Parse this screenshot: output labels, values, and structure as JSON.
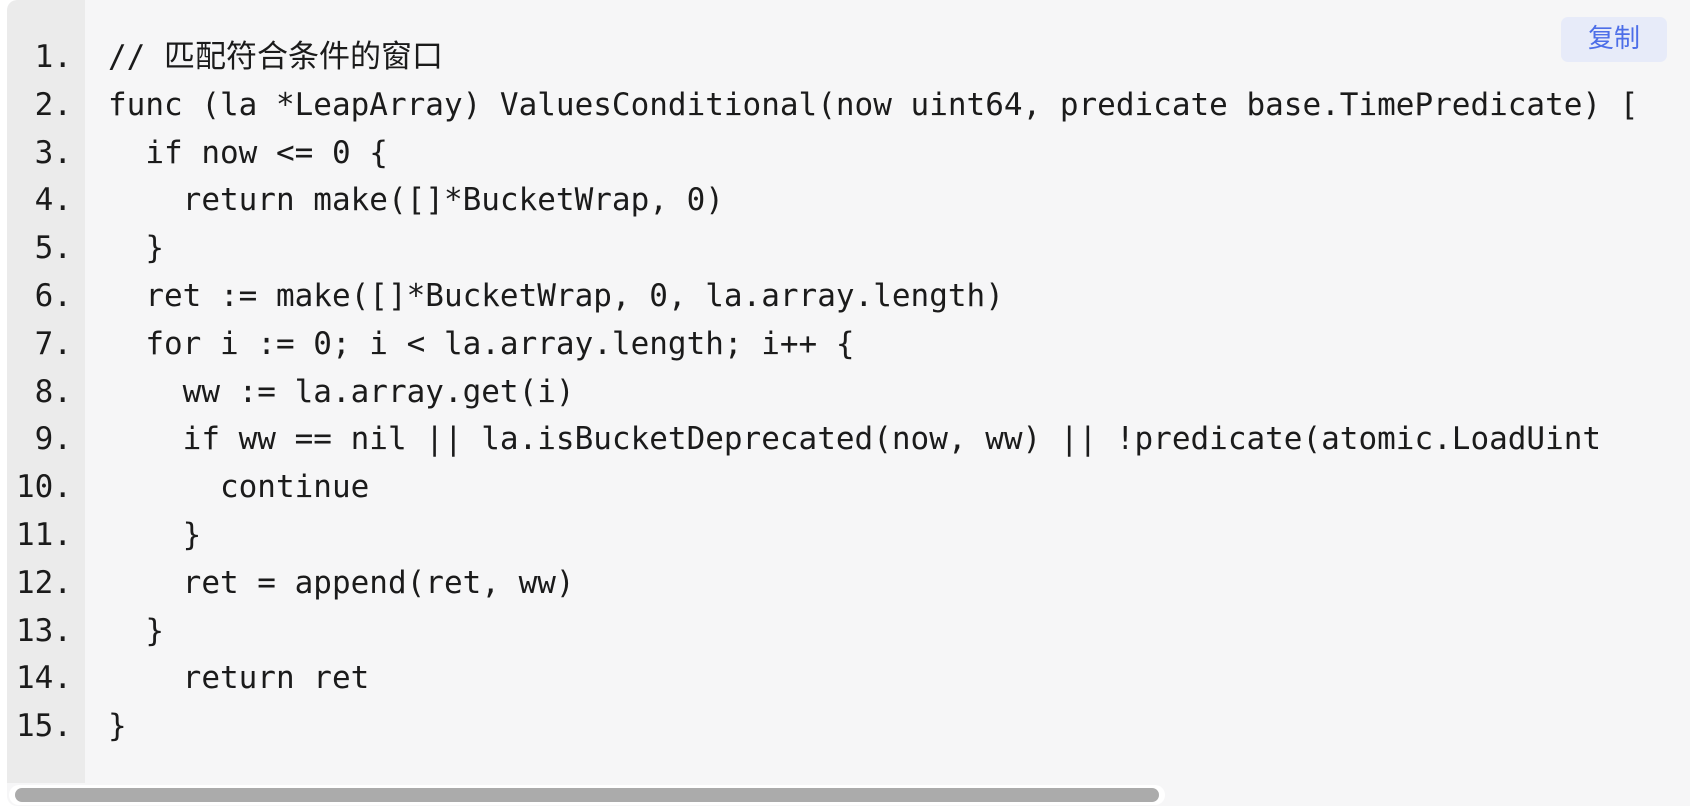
{
  "copy_button": {
    "label": "复制"
  },
  "colors": {
    "page_bg": "#ffffff",
    "code_bg": "#f6f6f7",
    "gutter_bg": "#ebebeb",
    "text": "#1b1b1b",
    "copy_button_bg": "#e7ebf9",
    "copy_button_text": "#4d6ee8",
    "scrollbar_thumb": "#ababab"
  },
  "code": {
    "language": "go",
    "lines": [
      {
        "num": "1.",
        "text": "// 匹配符合条件的窗口"
      },
      {
        "num": "2.",
        "text": "func (la *LeapArray) ValuesConditional(now uint64, predicate base.TimePredicate) ["
      },
      {
        "num": "3.",
        "text": "  if now <= 0 {"
      },
      {
        "num": "4.",
        "text": "    return make([]*BucketWrap, 0)"
      },
      {
        "num": "5.",
        "text": "  }"
      },
      {
        "num": "6.",
        "text": "  ret := make([]*BucketWrap, 0, la.array.length)"
      },
      {
        "num": "7.",
        "text": "  for i := 0; i < la.array.length; i++ {"
      },
      {
        "num": "8.",
        "text": "    ww := la.array.get(i)"
      },
      {
        "num": "9.",
        "text": "    if ww == nil || la.isBucketDeprecated(now, ww) || !predicate(atomic.LoadUint"
      },
      {
        "num": "10.",
        "text": "      continue"
      },
      {
        "num": "11.",
        "text": "    }"
      },
      {
        "num": "12.",
        "text": "    ret = append(ret, ww)"
      },
      {
        "num": "13.",
        "text": "  }"
      },
      {
        "num": "14.",
        "text": "    return ret"
      },
      {
        "num": "15.",
        "text": "}"
      }
    ]
  }
}
